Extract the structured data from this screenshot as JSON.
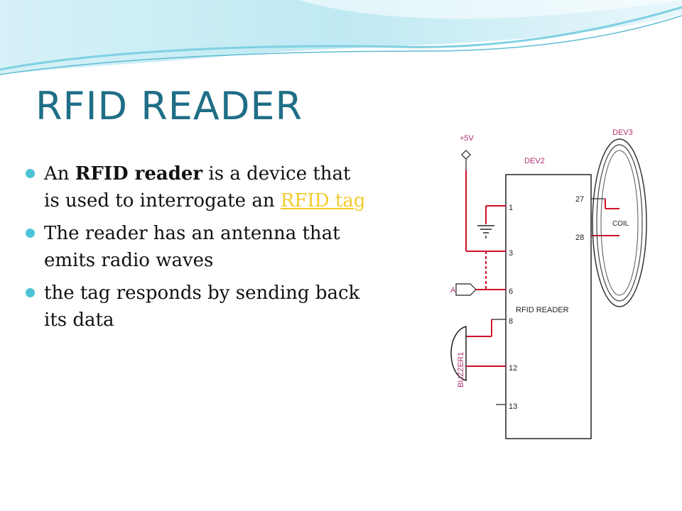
{
  "slide": {
    "title": "RFID READER",
    "bullets": [
      {
        "pre": "An ",
        "bold": "RFID reader",
        "post": " is a device that is used to interrogate an ",
        "link": "RFID tag"
      },
      {
        "text": "The reader has  an antenna that emits radio waves"
      },
      {
        "text": "the tag responds by sending back its data"
      }
    ]
  },
  "diagram": {
    "supply_label": "+5V",
    "chip_ref": "DEV2",
    "chip_label": "RFID READER",
    "antenna_ref": "DEV3",
    "coil_label": "COIL",
    "input_label": "A",
    "buzzer_label": "BUZZER1",
    "pins": [
      "1",
      "3",
      "6",
      "8",
      "12",
      "13",
      "27",
      "28"
    ]
  },
  "colors": {
    "title": "#1f6e86",
    "bullet": "#4ec3d8",
    "link": "#f2cc2a",
    "wire_red": "#d0102a",
    "label_magenta": "#b0306e"
  }
}
